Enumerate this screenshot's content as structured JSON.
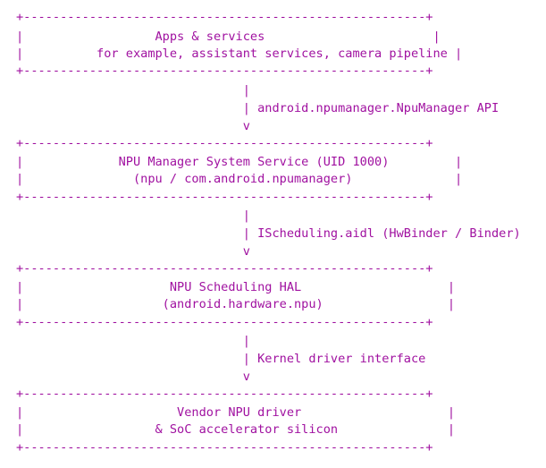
{
  "style": {
    "text_color": "#a011a0",
    "background": "#ffffff"
  },
  "diagram": {
    "lines": [
      "+-------------------------------------------------------+",
      "|                  Apps & services                       |",
      "|          for example, assistant services, camera pipeline |",
      "+-------------------------------------------------------+",
      "                               |",
      "                               | android.npumanager.NpuManager API",
      "                               v",
      "+-------------------------------------------------------+",
      "|             NPU Manager System Service (UID 1000)         |",
      "|               (npu / com.android.npumanager)              |",
      "+-------------------------------------------------------+",
      "                               |",
      "                               | IScheduling.aidl (HwBinder / Binder)",
      "                               v",
      "+-------------------------------------------------------+",
      "|                    NPU Scheduling HAL                    |",
      "|                   (android.hardware.npu)                 |",
      "+-------------------------------------------------------+",
      "                               |",
      "                               | Kernel driver interface",
      "                               v",
      "+-------------------------------------------------------+",
      "|                     Vendor NPU driver                    |",
      "|                  & SoC accelerator silicon               |",
      "+-------------------------------------------------------+"
    ]
  }
}
